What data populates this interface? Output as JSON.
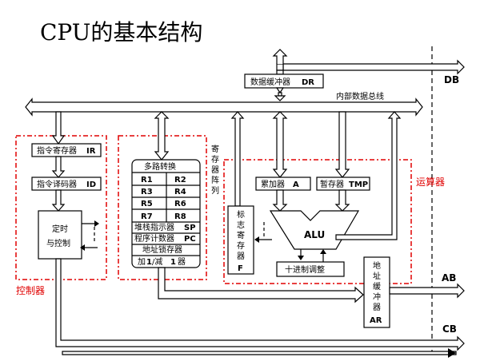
{
  "title": "CPU的基本结构",
  "buses": {
    "db": "DB",
    "ab": "AB",
    "cb": "CB",
    "internal_bus": "内部数据总线"
  },
  "dr": {
    "label": "数据缓冲器",
    "abbr": "DR"
  },
  "ar": {
    "label_lines": [
      "地",
      "址",
      "缓",
      "冲",
      "器"
    ],
    "abbr": "AR"
  },
  "controller": {
    "group_label": "控制器",
    "ir": {
      "label": "指令寄存器",
      "abbr": "IR"
    },
    "id": {
      "label": "指令译码器",
      "abbr": "ID"
    },
    "timing": {
      "line1": "定时",
      "line2": "与控制"
    }
  },
  "register_array": {
    "side_label": [
      "寄",
      "存",
      "器",
      "阵",
      "列"
    ],
    "mux": "多路转换",
    "regs": [
      [
        "R1",
        "R2"
      ],
      [
        "R3",
        "R4"
      ],
      [
        "R5",
        "R6"
      ],
      [
        "R7",
        "R8"
      ]
    ],
    "sp": {
      "label": "堆栈指示器",
      "abbr": "SP"
    },
    "pc": {
      "label": "程序计数器",
      "abbr": "PC"
    },
    "addr_latch": "地址锁存器",
    "incdec": {
      "a": "加",
      "one1": "1",
      "slash": "/减",
      "one2": "1",
      "b": "器"
    }
  },
  "alu_group": {
    "group_label": "运算器",
    "acc": {
      "label": "累加器",
      "abbr": "A"
    },
    "tmp": {
      "label": "暂存器",
      "abbr": "TMP"
    },
    "alu": "ALU",
    "flags": {
      "label_lines": [
        "标",
        "志",
        "寄",
        "存",
        "器"
      ],
      "abbr": "F"
    },
    "bcd": "十进制调整"
  }
}
